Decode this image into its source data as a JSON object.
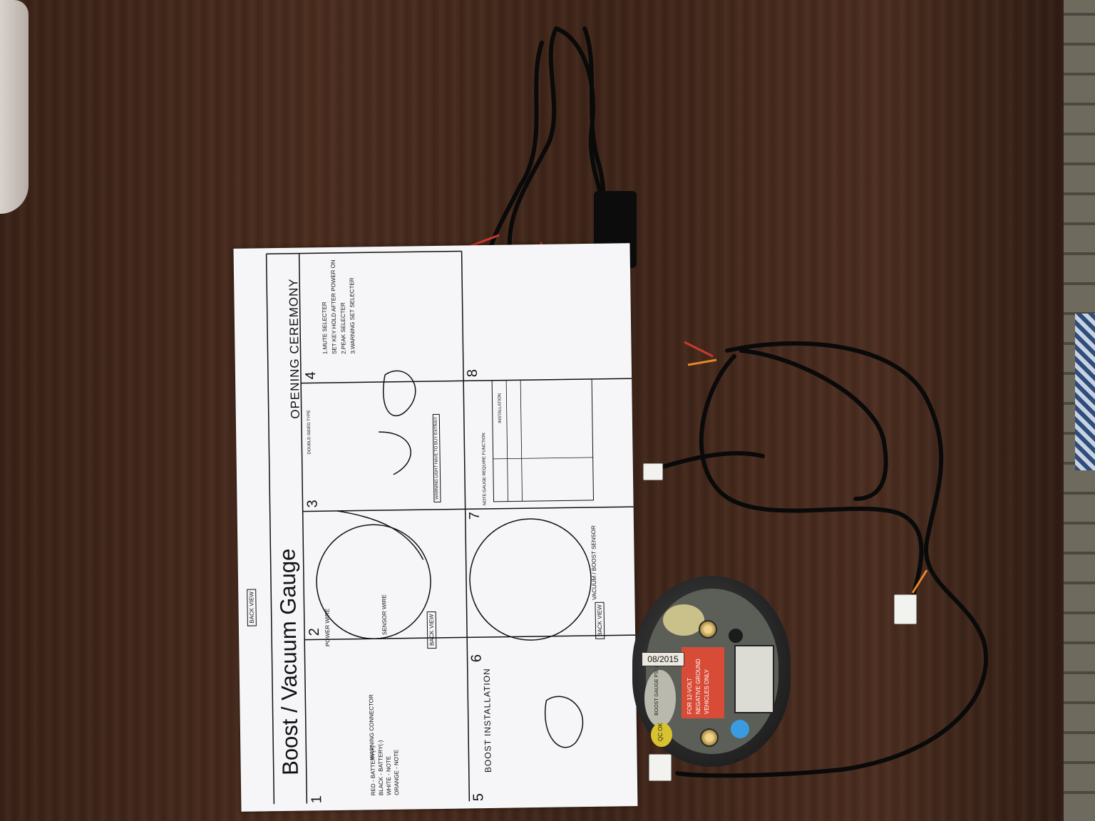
{
  "sheet": {
    "title": "Boost / Vacuum Gauge",
    "opening": "OPENING CEREMONY",
    "boost_install": "BOOST  INSTALLATION",
    "back_view": "BACK VIEW",
    "sensor_title": "VACUUM / BOOST SENSOR",
    "nums": [
      "1",
      "2",
      "3",
      "4",
      "5",
      "6",
      "7",
      "8"
    ],
    "wire_legend": [
      "RED    - BATTERY(+)",
      "BLACK  - BATTERY(-)",
      "WHITE  - NOTE",
      "ORANGE - NOTE"
    ],
    "warning_connector": "WARNING CONNECTOR",
    "power_wire": "POWER WIRE",
    "sensor_wire": "SENSOR WIRE",
    "double_sided": "DOUBLE-SIDED TYPE",
    "step4_lines": [
      "1.MUTE SELECTER",
      "SET KEY HOLD AFTER POWER ON",
      "2.PEAK SELECTER",
      "3.WARNING SET SELECTER"
    ],
    "note_heading": "NOTE:GAUGE REQUIRE FUNCTION",
    "warning_box": "WARNING LIGHT HAVE TO BUY EXTRA!!!",
    "installation": "INSTALLATION"
  },
  "gauge": {
    "date": "08/2015",
    "label_red": "FOR 12-VOLT NEGATIVE GROUND VEHICLES ONLY",
    "label_grey": "BOOST GAUGE PSI 270",
    "qc": "QC OK"
  }
}
